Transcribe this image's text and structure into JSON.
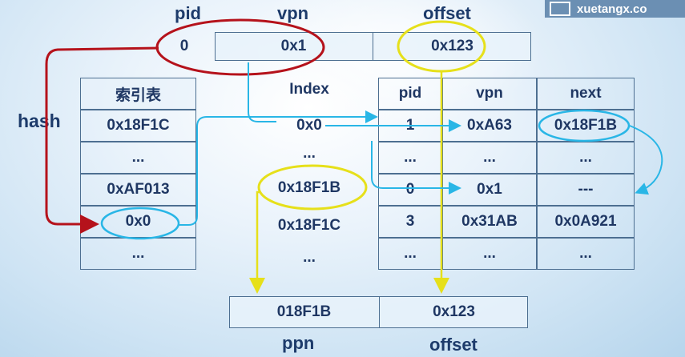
{
  "header": {
    "pid": "pid",
    "vpn": "vpn",
    "offset": "offset"
  },
  "logo": {
    "text": "xuetangx.co"
  },
  "va": {
    "pid": "0",
    "vpn": "0x1",
    "offset": "0x123"
  },
  "hash_label": "hash",
  "index_table": {
    "title": "索引表",
    "rows": [
      "0x18F1C",
      "...",
      "0xAF013",
      "0x0",
      "..."
    ]
  },
  "index_col": {
    "title": "Index",
    "rows": [
      "0x0",
      "...",
      "0x18F1B",
      "0x18F1C",
      "..."
    ]
  },
  "ipt": {
    "headers": [
      "pid",
      "vpn",
      "next"
    ],
    "rows": [
      [
        "1",
        "0xA63",
        "0x18F1B"
      ],
      [
        "...",
        "...",
        "..."
      ],
      [
        "0",
        "0x1",
        "---"
      ],
      [
        "3",
        "0x31AB",
        "0x0A921"
      ],
      [
        "...",
        "...",
        "..."
      ]
    ]
  },
  "pa": {
    "ppn": "018F1B",
    "offset": "0x123",
    "ppn_label": "ppn",
    "offset_label": "offset"
  },
  "colors": {
    "red": "#b5121b",
    "yellow": "#e6e01a",
    "cyan": "#29b6e6",
    "text": "#1f3763"
  }
}
